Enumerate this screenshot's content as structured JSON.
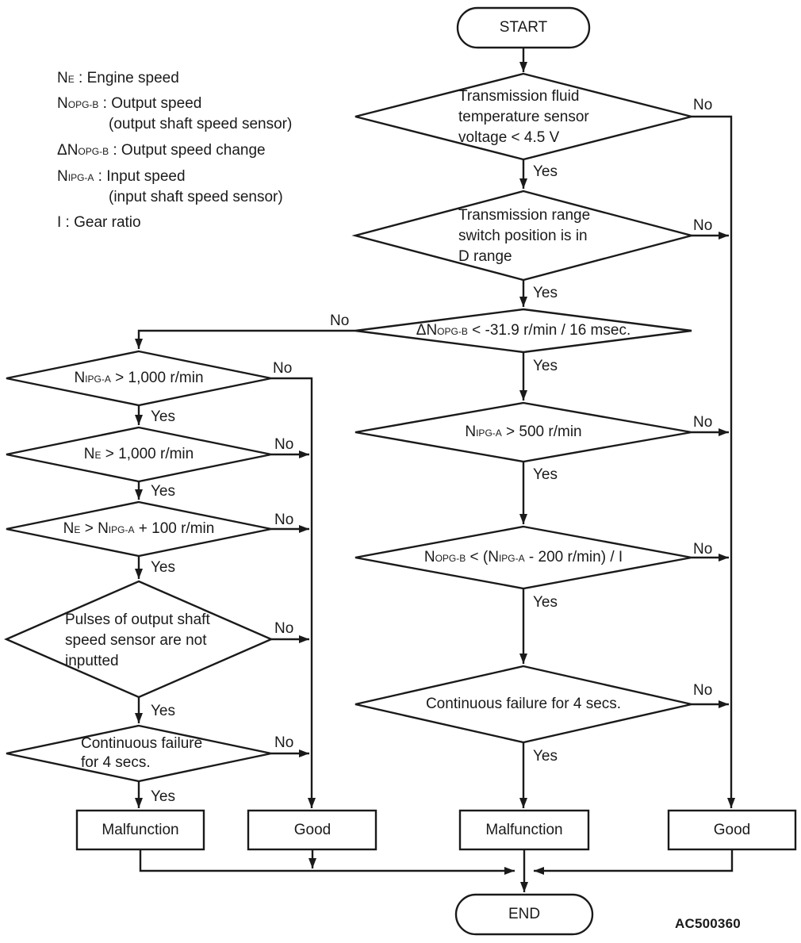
{
  "legend": {
    "items": [
      {
        "p0": "N",
        "p1": "E",
        "p2": " : Engine speed"
      },
      {
        "p0": "N",
        "p1": "OPG-B",
        "p2": " : Output speed"
      },
      {
        "text": "(output shaft speed sensor)"
      },
      {
        "p0": "ΔN",
        "p1": "OPG-B",
        "p2": " : Output speed change"
      },
      {
        "p0": "N",
        "p1": "IPG-A",
        "p2": " : Input speed"
      },
      {
        "text": "(input shaft speed sensor)"
      },
      {
        "text": "I : Gear ratio"
      }
    ]
  },
  "flow": {
    "start_label": "START",
    "end_label": "END",
    "yes_label": "Yes",
    "no_label": "No",
    "decisions": {
      "fluid_temp": {
        "lines": [
          "Transmission fluid",
          "temperature sensor",
          "voltage < 4.5 V"
        ]
      },
      "range_switch": {
        "lines": [
          "Transmission range",
          "switch position is in",
          "D range"
        ]
      },
      "output_speed_change": {
        "p0": "ΔN",
        "p1": "OPG-B",
        "p2": " < -31.9 r/min / 16 msec."
      },
      "input_speed_500": {
        "p0": "N",
        "p1": "IPG-A",
        "p2": " > 500 r/min"
      },
      "output_vs_input": {
        "p0": "N",
        "p1": "OPG-B",
        "p2": " < (N",
        "p3": "IPG-A",
        "p4": " - 200 r/min) / I"
      },
      "continuous_failure_right": {
        "text": "Continuous failure for 4 secs."
      },
      "input_speed_1000": {
        "p0": "N",
        "p1": "IPG-A",
        "p2": " > 1,000 r/min"
      },
      "engine_speed_1000": {
        "p0": "N",
        "p1": "E",
        "p2": " > 1,000 r/min"
      },
      "engine_vs_input": {
        "p0": "N",
        "p1": "E",
        "p2": " > N",
        "p3": "IPG-A",
        "p4": " + 100 r/min"
      },
      "pulses": {
        "lines": [
          "Pulses of output shaft",
          "speed sensor are not",
          "inputted"
        ]
      },
      "continuous_failure_left": {
        "lines": [
          "Continuous failure",
          "for 4 secs."
        ]
      }
    },
    "terminals": {
      "malfunction_left": "Malfunction",
      "good_left": "Good",
      "malfunction_center": "Malfunction",
      "good_right": "Good"
    }
  },
  "figure_code": "AC500360",
  "colors": {
    "line": "#1a1a1a",
    "background": "#ffffff"
  }
}
